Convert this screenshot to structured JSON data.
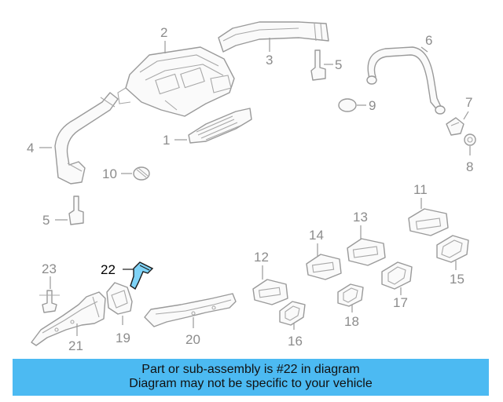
{
  "callouts": {
    "c1": "1",
    "c2": "2",
    "c3": "3",
    "c4": "4",
    "c5a": "5",
    "c5b": "5",
    "c6": "6",
    "c7": "7",
    "c8": "8",
    "c9": "9",
    "c10": "10",
    "c11": "11",
    "c12": "12",
    "c13": "13",
    "c14": "14",
    "c15": "15",
    "c16": "16",
    "c17": "17",
    "c18": "18",
    "c19": "19",
    "c20": "20",
    "c21": "21",
    "c22": "22",
    "c23": "23"
  },
  "highlighted_part": "22",
  "colors": {
    "highlight": "#7fd3f7",
    "banner": "#4cbaf2",
    "line": "#9a9a9a"
  },
  "banner": {
    "line1": "Part or sub-assembly is #22 in diagram",
    "line2": "Diagram may not be specific to your vehicle"
  }
}
